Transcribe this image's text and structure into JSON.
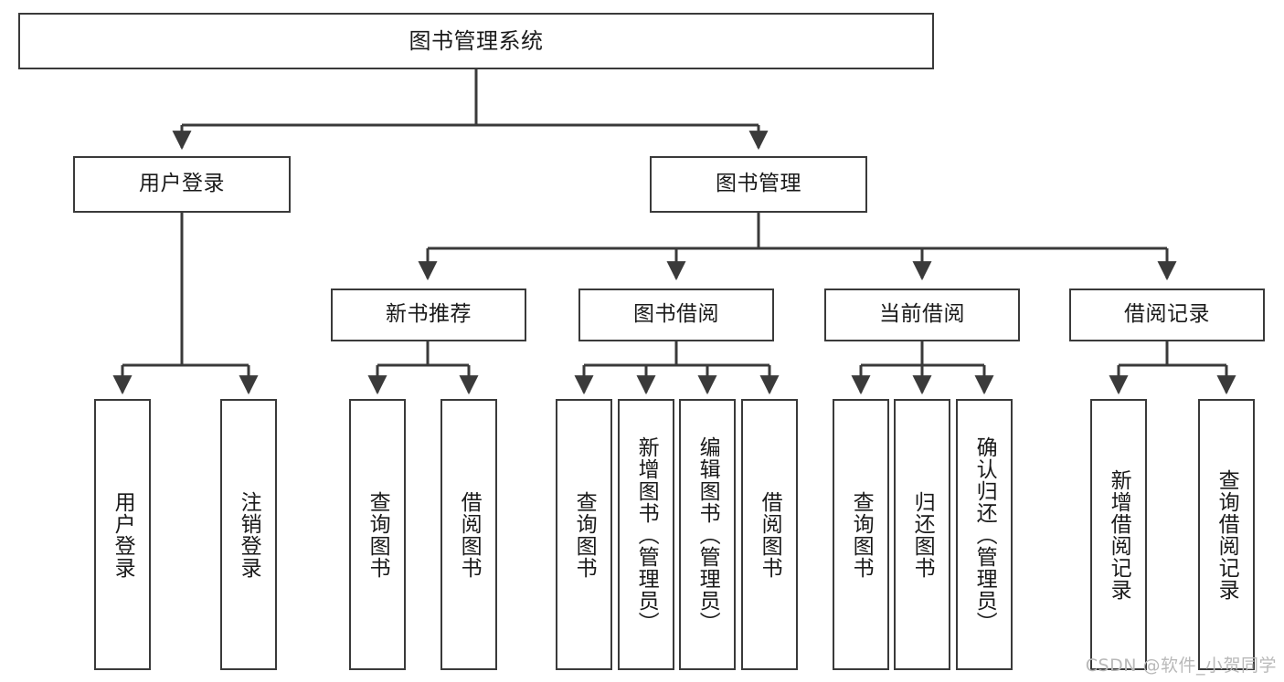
{
  "diagram": {
    "title": "图书管理系统",
    "type": "tree-hierarchy-diagram",
    "colors": {
      "stroke": "#3a3a3a",
      "fill": "#ffffff",
      "text": "#1a1a1a",
      "watermark": "#b9b9b9"
    },
    "watermark": "CSDN @软件_小贺同学",
    "nodes": {
      "root": {
        "label": "图书管理系统"
      },
      "level2": [
        {
          "label": "用户登录"
        },
        {
          "label": "图书管理"
        }
      ],
      "level3": [
        {
          "label": "新书推荐"
        },
        {
          "label": "图书借阅"
        },
        {
          "label": "当前借阅"
        },
        {
          "label": "借阅记录"
        }
      ],
      "leaves": {
        "user_login": [
          {
            "label": "用户登录"
          },
          {
            "label": "注销登录"
          }
        ],
        "new_book_recommend": [
          {
            "label": "查询图书"
          },
          {
            "label": "借阅图书"
          }
        ],
        "book_borrow": [
          {
            "label": "查询图书"
          },
          {
            "label": "新增图书（管理员）"
          },
          {
            "label": "编辑图书（管理员）"
          },
          {
            "label": "借阅图书"
          }
        ],
        "current_borrow": [
          {
            "label": "查询图书"
          },
          {
            "label": "归还图书"
          },
          {
            "label": "确认归还（管理员）"
          }
        ],
        "borrow_record": [
          {
            "label": "新增借阅记录"
          },
          {
            "label": "查询借阅记录"
          }
        ]
      }
    }
  }
}
